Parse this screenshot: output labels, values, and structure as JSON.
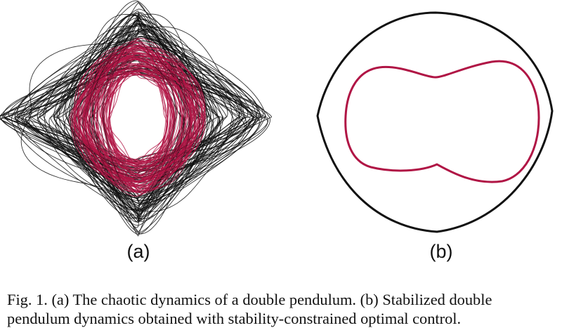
{
  "panels": {
    "a": {
      "label": "(a)"
    },
    "b": {
      "label": "(b)"
    }
  },
  "caption": {
    "line1": "Fig. 1.  (a) The chaotic dynamics of a double pendulum. (b) Stabilized double",
    "line2": "pendulum dynamics obtained with stability-constrained optimal control."
  },
  "colors": {
    "uncontrolled": "#111111",
    "controlled": "#b01545"
  }
}
